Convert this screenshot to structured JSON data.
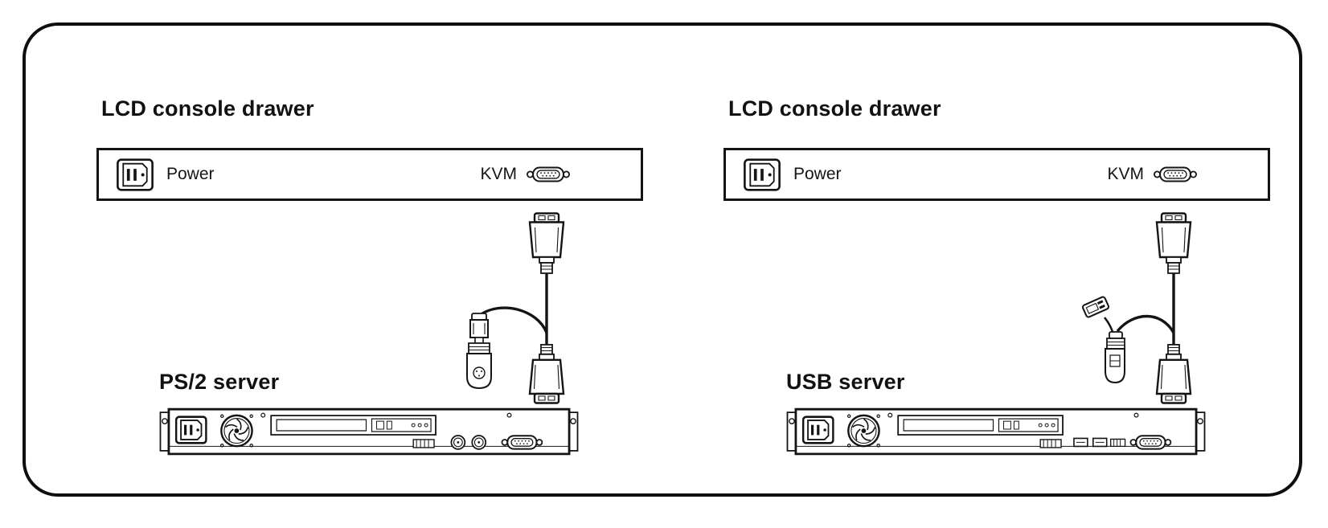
{
  "ink_color": "#141414",
  "panels": {
    "left": {
      "drawer_title": "LCD console drawer",
      "power_label": "Power",
      "kvm_label": "KVM",
      "server_label": "PS/2 server"
    },
    "right": {
      "drawer_title": "LCD console drawer",
      "power_label": "Power",
      "kvm_label": "KVM",
      "server_label": "USB server"
    }
  }
}
